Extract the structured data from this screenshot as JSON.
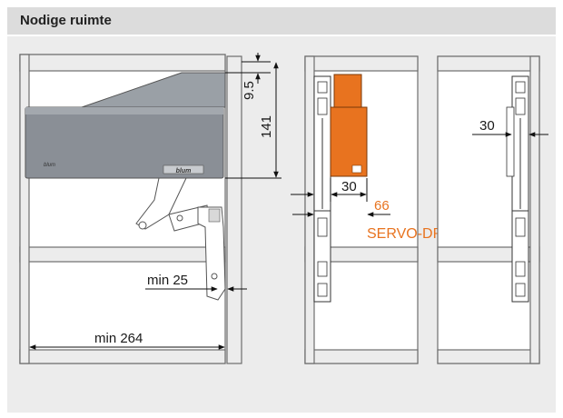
{
  "header": {
    "title": "Nodige ruimte"
  },
  "dimensions": {
    "d1": "9.5",
    "d2": "141",
    "d3": "30",
    "d4": "66",
    "d5": "30",
    "d6": "min 25",
    "d7": "min 264"
  },
  "labels": {
    "servo": "SERVO-DRIVE",
    "brand_mark_1": "blum",
    "brand_mark_2": "blum"
  },
  "colors": {
    "header_bg": "#dcdcdc",
    "panel_bg": "#ececec",
    "cabinet_fill": "#ffffff",
    "cabinet_stroke": "#6e6e6e",
    "lift_unit": "#8a8f96",
    "servo_orange": "#e8731f",
    "servo_text": "#e8731f"
  }
}
